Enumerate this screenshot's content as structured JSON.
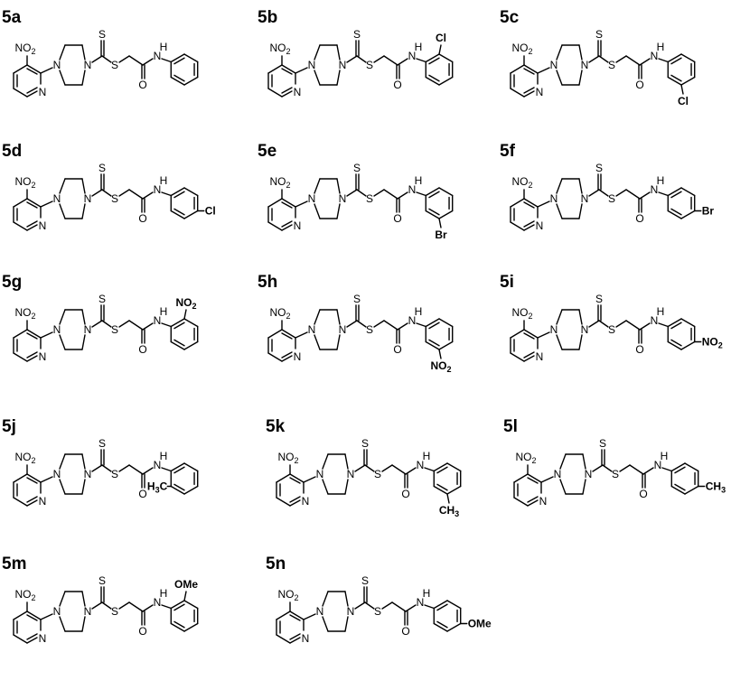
{
  "colors": {
    "bond": "#000000",
    "label": "#000000",
    "substituent_red": "#ff0000",
    "substituent_magenta": "#e0208a"
  },
  "atoms": {
    "nitro": "NO",
    "nitro_sub": "2",
    "pyridine_n": "N",
    "piperazine_n": "N",
    "thione_s": "S",
    "thioether_s": "S",
    "carbonyl_o": "O",
    "amide": "N",
    "amide_h": "H"
  },
  "compounds": [
    {
      "label": "5a",
      "substituent": "",
      "sub_index": "",
      "color": "#ff0000",
      "position": "none"
    },
    {
      "label": "5b",
      "substituent": "Cl",
      "sub_index": "",
      "color": "#ff0000",
      "position": "ortho"
    },
    {
      "label": "5c",
      "substituent": "Cl",
      "sub_index": "",
      "color": "#ff0000",
      "position": "meta"
    },
    {
      "label": "5d",
      "substituent": "Cl",
      "sub_index": "",
      "color": "#ff0000",
      "position": "para"
    },
    {
      "label": "5e",
      "substituent": "Br",
      "sub_index": "",
      "color": "#ff0000",
      "position": "meta"
    },
    {
      "label": "5f",
      "substituent": "Br",
      "sub_index": "",
      "color": "#ff0000",
      "position": "para"
    },
    {
      "label": "5g",
      "substituent": "NO",
      "sub_index": "2",
      "color": "#ff0000",
      "position": "ortho"
    },
    {
      "label": "5h",
      "substituent": "NO",
      "sub_index": "2",
      "color": "#ff0000",
      "position": "meta"
    },
    {
      "label": "5i",
      "substituent": "NO",
      "sub_index": "2",
      "color": "#ff0000",
      "position": "para"
    },
    {
      "label": "5j",
      "substituent": "H",
      "sub_index": "3",
      "color": "#e0208a",
      "position": "ortho-left",
      "suffix": "C"
    },
    {
      "label": "5k",
      "substituent": "CH",
      "sub_index": "3",
      "color": "#ff0000",
      "position": "meta"
    },
    {
      "label": "5l",
      "substituent": "CH",
      "sub_index": "3",
      "color": "#ff0000",
      "position": "para"
    },
    {
      "label": "5m",
      "substituent": "OMe",
      "sub_index": "",
      "color": "#ff0000",
      "position": "ortho"
    },
    {
      "label": "5n",
      "substituent": "OMe",
      "sub_index": "",
      "color": "#ff0000",
      "position": "para"
    }
  ]
}
